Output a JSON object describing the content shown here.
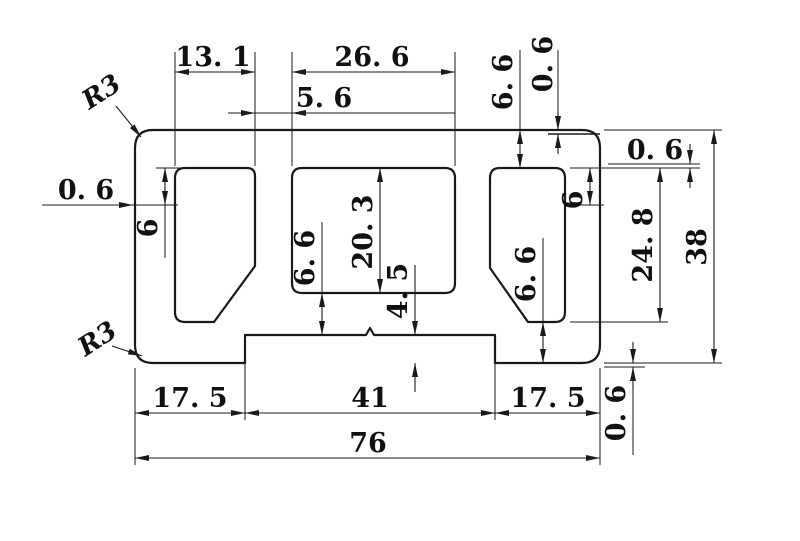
{
  "drawing": {
    "labels": {
      "left_slot_width": "13. 1",
      "center_slot_width": "26. 6",
      "slot_gap": "5. 6",
      "top_margin": "6. 6",
      "top_step": "0. 6",
      "corner_radius_top": "R3",
      "right_step": "0. 6",
      "right_margin": "6",
      "right_slot_height": "24. 8",
      "overall_height": "38",
      "left_step": "0. 6",
      "left_margin": "6",
      "center_slot_to_notch": "6. 6",
      "center_slot_height": "20. 3",
      "notch_depth": "4. 5",
      "right_slot_to_bottom": "6. 6",
      "corner_radius_bottom": "R3",
      "bottom_left_segment": "17. 5",
      "notch_width": "41",
      "bottom_right_segment": "17. 5",
      "overall_width": "76",
      "bottom_step": "0. 6"
    },
    "colors": {
      "line": "#1a1a1a",
      "background": "#ffffff"
    }
  }
}
